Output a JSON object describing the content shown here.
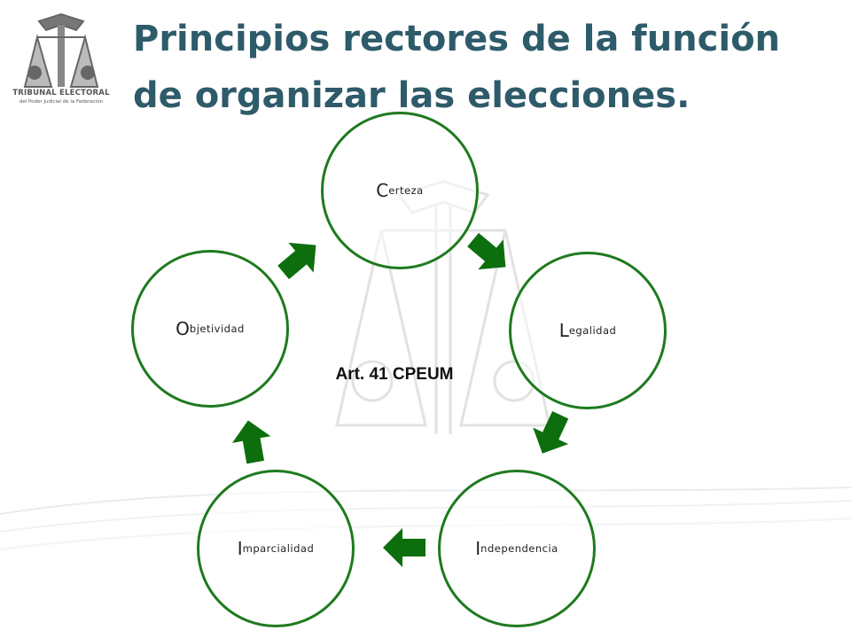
{
  "logo": {
    "line1": "TRIBUNAL ELECTORAL",
    "line2": "del Poder Judicial de la Federación",
    "icon": "scales-of-justice-icon"
  },
  "title": {
    "line1": "Principios rectores de la función",
    "line2": "de organizar las elecciones."
  },
  "diagram": {
    "center_label": "Art. 41 CPEUM",
    "nodes": [
      {
        "initial": "C",
        "rest": "erteza"
      },
      {
        "initial": "L",
        "rest": "egalidad"
      },
      {
        "initial": "I",
        "rest": "ndependencia"
      },
      {
        "initial": "I",
        "rest": "mparcialidad"
      },
      {
        "initial": "O",
        "rest": "bjetividad"
      }
    ],
    "colors": {
      "circle_border": "#1e7a1e",
      "arrow_fill": "#0d6e0d",
      "title": "#2e5b6a"
    }
  }
}
